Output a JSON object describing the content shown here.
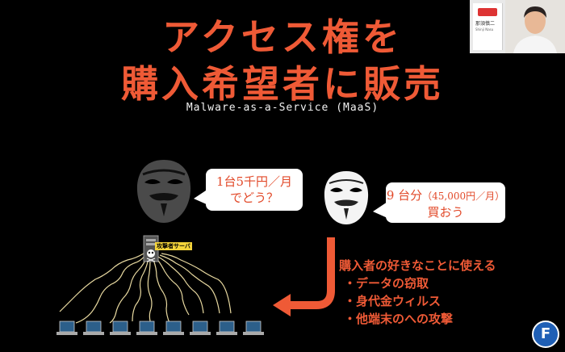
{
  "slide": {
    "title_line1": "アクセス権を",
    "title_line2": "購入希望者に販売",
    "subtitle": "Malware-as-a-Service (MaaS)",
    "bubble_seller_line1": "1台5千円／月",
    "bubble_seller_line2": "でどう？",
    "bubble_buyer_line1": "9 台分",
    "bubble_buyer_line1_small": "（45,000円／月）",
    "bubble_buyer_line2": "買おう",
    "server_label": "攻撃者サーバ",
    "uses_heading": "購入者の好きなことに使える",
    "uses": [
      "・データの窃取",
      "・身代金ウィルス",
      "・他端末のへの攻撃"
    ]
  },
  "webcam": {
    "presenter_name": "那須慎二",
    "presenter_role": "Shinji Nasu"
  },
  "badge": {
    "letter": "F"
  },
  "colors": {
    "accent": "#ef5a36",
    "background": "#000000",
    "bubble": "#ffffff",
    "wire": "#e8d9a0"
  },
  "icons": [
    "anonymous-mask-icon",
    "server-icon",
    "skull-icon",
    "laptop-icon",
    "arrow-icon"
  ]
}
